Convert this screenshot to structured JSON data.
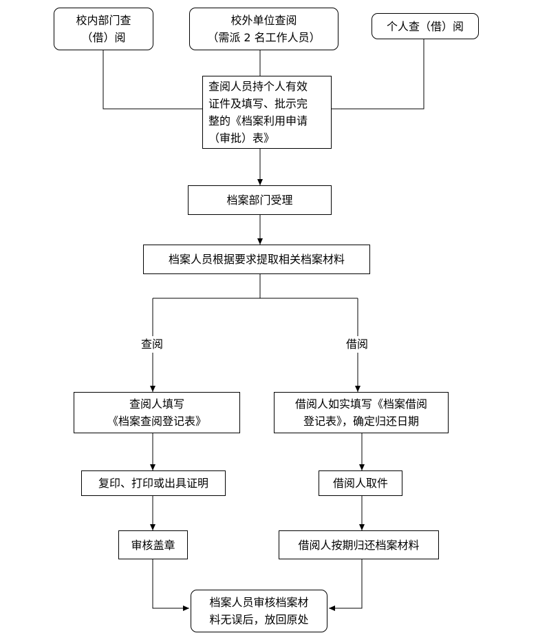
{
  "top_sources": {
    "internal": [
      "校内部门查",
      "（借）阅"
    ],
    "external": [
      "校外单位查阅",
      "（需派 2 名工作人员）"
    ],
    "personal": [
      "个人查（借）阅"
    ]
  },
  "steps": {
    "submit_form": [
      "查阅人员持个人有效",
      "证件及填写、批示完",
      "整的《档案利用申请",
      "（审批）表》"
    ],
    "accept": "档案部门受理",
    "retrieve": "档案人员根据要求提取相关档案材料"
  },
  "branches": {
    "consult": {
      "label": "查阅",
      "fill_form": [
        "查阅人填写",
        "《档案查阅登记表》"
      ],
      "copy_print": "复印、打印或出具证明",
      "stamp": "审核盖章"
    },
    "borrow": {
      "label": "借阅",
      "fill_form": [
        "借阅人如实填写《档案借阅",
        "登记表》，确定归还日期"
      ],
      "pick_up": "借阅人取件",
      "return": "借阅人按期归还档案材料"
    }
  },
  "final_step": [
    "档案人员审核档案材",
    "料无误后，放回原处"
  ]
}
